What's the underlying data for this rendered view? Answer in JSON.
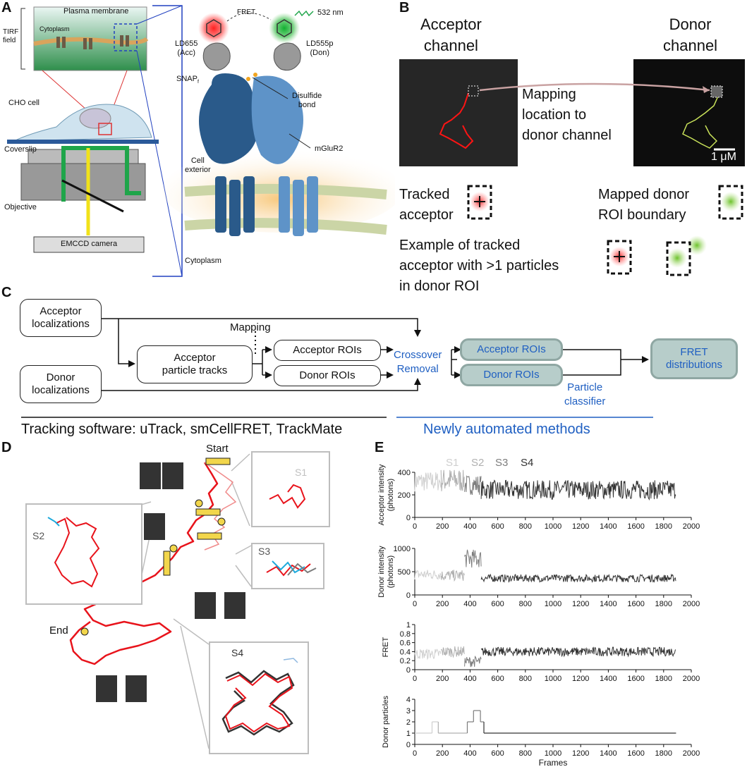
{
  "panels": [
    "A",
    "B",
    "C",
    "D",
    "E"
  ],
  "panel_a": {
    "tirf_field": "TIRF\nfield",
    "plasma_membrane": "Plasma membrane",
    "cytoplasm_small": "Cytoplasm",
    "cho_cell": "CHO cell",
    "coverslip": "Coverslip",
    "objective": "Objective",
    "camera": "EMCCD camera",
    "fret": "FRET",
    "wavelength": "532 nm",
    "acc_dye": "LD655",
    "acc_dye_sub": "(Acc)",
    "don_dye": "LD555p",
    "don_dye_sub": "(Don)",
    "snap": "SNAP",
    "snap_sub": "f",
    "disulfide": "Disulfide\nbond",
    "mglur2": "mGluR2",
    "cell_exterior": "Cell\nexterior",
    "cytoplasm": "Cytoplasm"
  },
  "panel_b": {
    "acceptor_channel": "Acceptor\nchannel",
    "donor_channel": "Donor\nchannel",
    "mapping": "Mapping\nlocation to\ndonor channel",
    "scale": "1 μM",
    "tracked_acceptor": "Tracked\nacceptor",
    "mapped_roi": "Mapped donor\nROI boundary",
    "example": "Example of tracked\nacceptor with >1 particles\nin donor ROI"
  },
  "panel_c": {
    "acceptor_loc": "Acceptor\nlocalizations",
    "donor_loc": "Donor\nlocalizations",
    "mapping": "Mapping",
    "tracks": "Acceptor\nparticle tracks",
    "acc_rois": "Acceptor ROIs",
    "don_rois": "Donor ROIs",
    "crossover": "Crossover\nRemoval",
    "acc_rois2": "Acceptor ROIs",
    "don_rois2": "Donor ROIs",
    "classifier": "Particle\nclassifier",
    "fret": "FRET\ndistributions",
    "tracking_software": "Tracking software: uTrack, smCellFRET, TrackMate",
    "new_methods": "Newly automated methods"
  },
  "panel_d": {
    "start": "Start",
    "end": "End",
    "s1": "S1",
    "s2": "S2",
    "s3": "S3",
    "s4": "S4"
  },
  "colors": {
    "blue": "#1f5fc2",
    "track_red": "#e8131b",
    "track_pink": "#f08a8a",
    "teal_fill": "#b7cdca",
    "s1": "#cfcfcf",
    "s2": "#b0b0b0",
    "s3": "#7c7c7c",
    "s4": "#333333"
  },
  "chart_data": [
    {
      "type": "line",
      "ylabel": "Acceptor intensity\n(photons)",
      "xlabel": "",
      "xlim": [
        0,
        2000
      ],
      "ylim": [
        0,
        400
      ],
      "yticks": [
        0,
        200,
        400
      ],
      "xticks": [
        0,
        200,
        400,
        600,
        800,
        1000,
        1200,
        1400,
        1600,
        1800,
        2000
      ],
      "legend": [
        "S1",
        "S2",
        "S3",
        "S4"
      ],
      "segments": [
        {
          "name": "S1",
          "range": [
            0,
            190
          ],
          "mean": 320,
          "noise": 90
        },
        {
          "name": "S2",
          "range": [
            190,
            360
          ],
          "mean": 330,
          "noise": 110
        },
        {
          "name": "S3",
          "range": [
            360,
            480
          ],
          "mean": 290,
          "noise": 90
        },
        {
          "name": "S4",
          "range": [
            480,
            1890
          ],
          "mean": 245,
          "noise": 85
        }
      ]
    },
    {
      "type": "line",
      "ylabel": "Donor intensity\n(photons)",
      "xlabel": "",
      "xlim": [
        0,
        2000
      ],
      "ylim": [
        0,
        1000
      ],
      "yticks": [
        0,
        500,
        1000
      ],
      "xticks": [
        0,
        200,
        400,
        600,
        800,
        1000,
        1200,
        1400,
        1600,
        1800,
        2000
      ],
      "segments": [
        {
          "name": "S1",
          "range": [
            0,
            190
          ],
          "mean": 440,
          "noise": 110
        },
        {
          "name": "S2",
          "range": [
            190,
            360
          ],
          "mean": 420,
          "noise": 120
        },
        {
          "name": "S3",
          "range": [
            360,
            480
          ],
          "mean": 780,
          "noise": 200
        },
        {
          "name": "S4",
          "range": [
            480,
            1890
          ],
          "mean": 360,
          "noise": 80
        }
      ]
    },
    {
      "type": "line",
      "ylabel": "FRET",
      "xlabel": "",
      "xlim": [
        0,
        2000
      ],
      "ylim": [
        0,
        1
      ],
      "yticks": [
        0,
        0.2,
        0.4,
        0.6,
        0.8,
        1
      ],
      "xticks": [
        0,
        200,
        400,
        600,
        800,
        1000,
        1200,
        1400,
        1600,
        1800,
        2000
      ],
      "segments": [
        {
          "name": "S1",
          "range": [
            0,
            190
          ],
          "mean": 0.35,
          "noise": 0.12
        },
        {
          "name": "S2",
          "range": [
            190,
            360
          ],
          "mean": 0.4,
          "noise": 0.12
        },
        {
          "name": "S3",
          "range": [
            360,
            480
          ],
          "mean": 0.18,
          "noise": 0.12
        },
        {
          "name": "S4",
          "range": [
            480,
            1890
          ],
          "mean": 0.4,
          "noise": 0.1
        }
      ]
    },
    {
      "type": "line",
      "ylabel": "Donor particles",
      "xlabel": "Frames",
      "xlim": [
        0,
        2000
      ],
      "ylim": [
        0,
        4
      ],
      "yticks": [
        0,
        1,
        2,
        3,
        4
      ],
      "xticks": [
        0,
        200,
        400,
        600,
        800,
        1000,
        1200,
        1400,
        1600,
        1800,
        2000
      ],
      "steps": [
        {
          "x": [
            0,
            125
          ],
          "y": 1,
          "name": "S1"
        },
        {
          "x": [
            125,
            170
          ],
          "y": 2,
          "name": "S1"
        },
        {
          "x": [
            170,
            380
          ],
          "y": 1,
          "name": "S2"
        },
        {
          "x": [
            380,
            425
          ],
          "y": 2,
          "name": "S3"
        },
        {
          "x": [
            425,
            475
          ],
          "y": 3,
          "name": "S3"
        },
        {
          "x": [
            475,
            500
          ],
          "y": 2,
          "name": "S3"
        },
        {
          "x": [
            500,
            1890
          ],
          "y": 1,
          "name": "S4"
        }
      ]
    }
  ]
}
